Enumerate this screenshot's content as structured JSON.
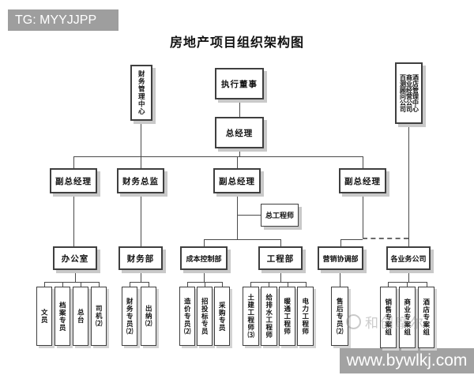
{
  "title": "房地产项目组织架构图",
  "watermarks": {
    "tg_badge": "TG: MYYJJPP",
    "site": "www.bywlkj.com",
    "faint_logo_text": "和创摩尔"
  },
  "colors": {
    "watermark_bg": "#9e9e9e",
    "watermark_text": "#ffffff",
    "line": "#4a4a4a",
    "box_border": "#3f3f3f",
    "box_shadow": "#c9c9c9"
  },
  "org": {
    "finance_center": "财务管理中心",
    "executive_director": "执行董事",
    "general_manager": "总经理",
    "affiliates": [
      "百测顾问公司",
      "商业经营公司",
      "酒店管理中心"
    ],
    "deputies": [
      "副总经理",
      "财务总监",
      "副总经理",
      "副总经理"
    ],
    "chief_engineer": "总工程师",
    "departments": [
      "办公室",
      "财务部",
      "成本控制部",
      "工程部",
      "营销协调部",
      "各业务公司"
    ],
    "staff_office": [
      "文员",
      "档案专员",
      "总台",
      "司机⑵"
    ],
    "staff_finance": [
      "财务专员⑵",
      "出纳⑵"
    ],
    "staff_cost": [
      "造价专员⑵",
      "招投标专员",
      "采购专员"
    ],
    "staff_engineering": [
      "土建工程师⑶",
      "给排水工程师",
      "暖通工程师",
      "电力工程师"
    ],
    "staff_marketing": [
      "售后专员⑵"
    ],
    "staff_business": [
      "销售专案组",
      "商业专案组",
      "酒店专案组"
    ]
  }
}
